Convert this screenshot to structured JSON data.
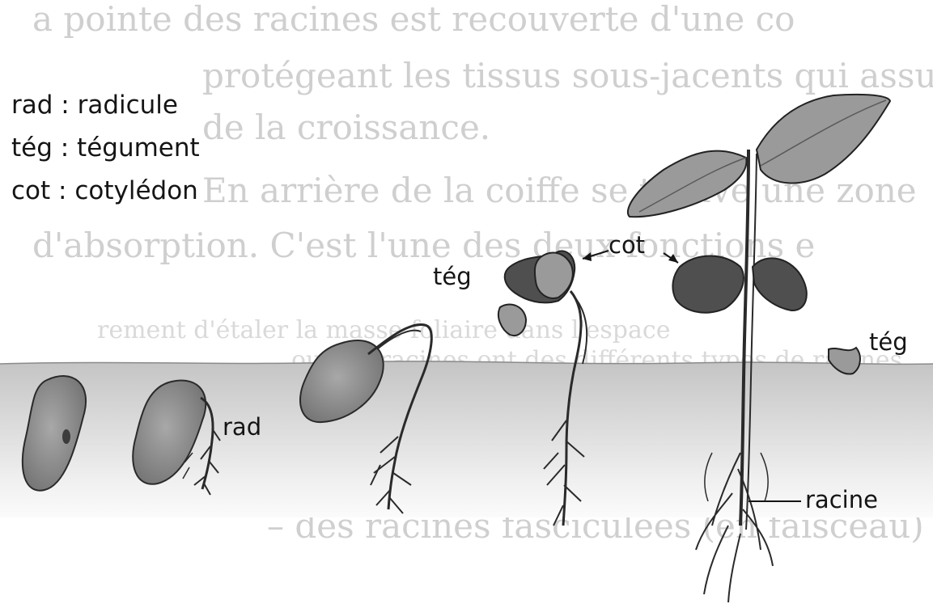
{
  "legend": [
    {
      "abbr": "rad",
      "term": "radicule",
      "text": "rad : radicule"
    },
    {
      "abbr": "tég",
      "term": "tégument",
      "text": "tég : tégument"
    },
    {
      "abbr": "cot",
      "term": "cotylédon",
      "text": "cot : cotylédon"
    }
  ],
  "labels": {
    "rad": "rad",
    "teg_stage4": "tég",
    "cot": "cot",
    "teg_ground": "tég",
    "racine": "racine"
  },
  "bleed_through_text": [
    "a pointe des racines est recouverte d'une co",
    "protégeant les tissus sous-jacents qui assuren",
    "de la croissance.",
    "En arrière de la coiffe se trouve une zone",
    "d'absorption. C'est l'une des deux fonctions e",
    "rement d'étaler la masse foliaire dans l'espace",
    "ou des racines ont des différents types de racines",
    "– des racines fasciculées (en faisceau) où il n"
  ],
  "colors": {
    "ground_top": "#c9c9c9",
    "ground_bottom": "#fafafa",
    "seed": "#8c8c8c",
    "cotyledon_dark": "#4f4f4f",
    "leaf": "#9a9a9a",
    "ink": "#151515"
  }
}
